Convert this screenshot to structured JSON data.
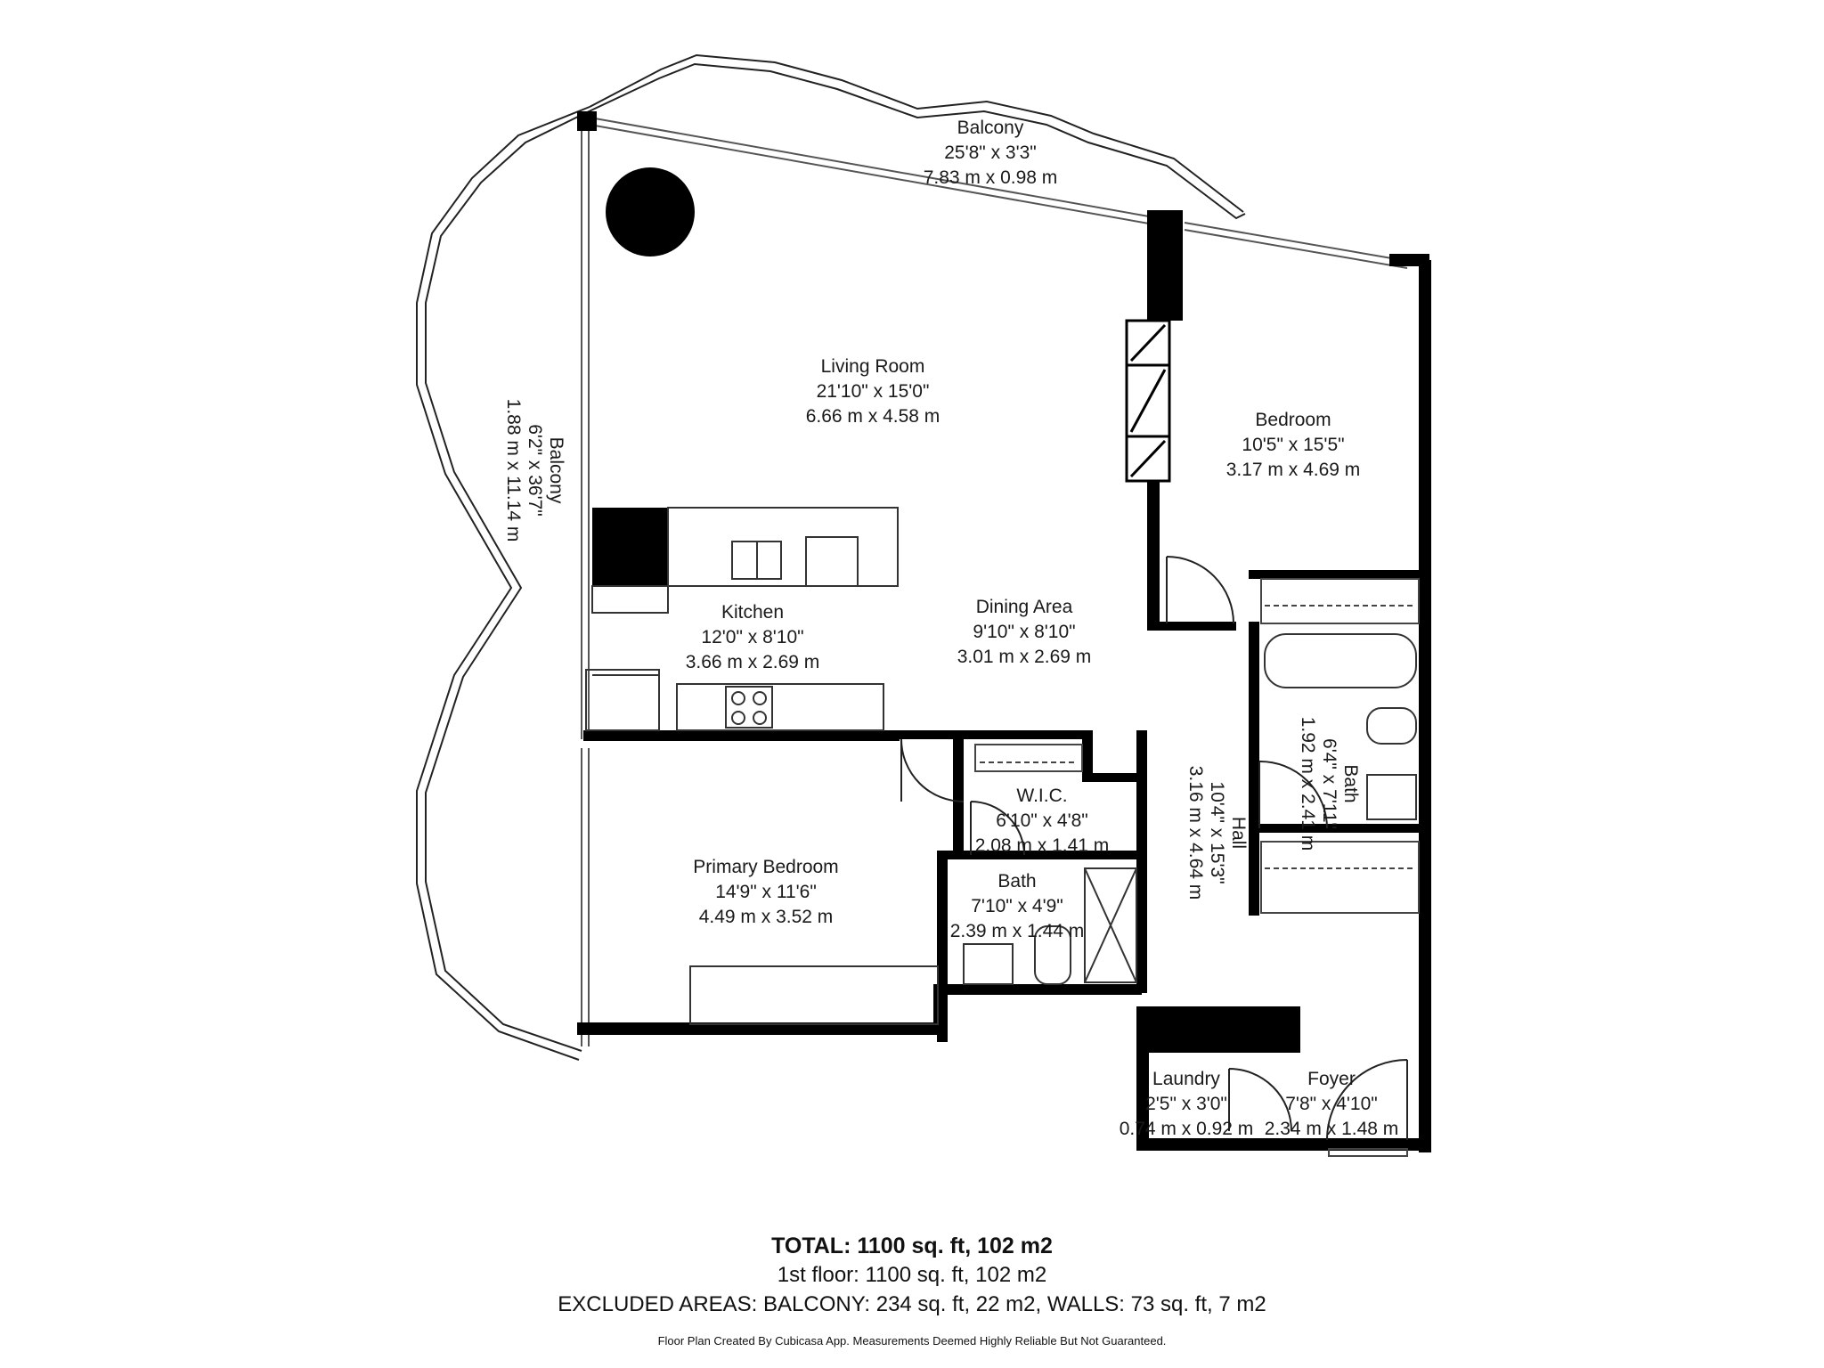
{
  "rooms": {
    "balcony_top": {
      "name": "Balcony",
      "imperial": "25'8\" x 3'3\"",
      "metric": "7.83 m x 0.98 m"
    },
    "balcony_left": {
      "name": "Balcony",
      "imperial": "6'2\" x 36'7\"",
      "metric": "1.88 m x 11.14 m"
    },
    "living_room": {
      "name": "Living Room",
      "imperial": "21'10\" x 15'0\"",
      "metric": "6.66 m x 4.58 m"
    },
    "bedroom": {
      "name": "Bedroom",
      "imperial": "10'5\" x 15'5\"",
      "metric": "3.17 m x 4.69 m"
    },
    "kitchen": {
      "name": "Kitchen",
      "imperial": "12'0\" x 8'10\"",
      "metric": "3.66 m x 2.69 m"
    },
    "dining_area": {
      "name": "Dining Area",
      "imperial": "9'10\" x 8'10\"",
      "metric": "3.01 m x 2.69 m"
    },
    "bath_right": {
      "name": "Bath",
      "imperial": "6'4\" x 7'11\"",
      "metric": "1.92 m x 2.41 m"
    },
    "hall": {
      "name": "Hall",
      "imperial": "10'4\" x 15'3\"",
      "metric": "3.16 m x 4.64 m"
    },
    "wic": {
      "name": "W.I.C.",
      "imperial": "6'10\" x 4'8\"",
      "metric": "2.08 m x 1.41 m"
    },
    "primary_bedroom": {
      "name": "Primary Bedroom",
      "imperial": "14'9\" x 11'6\"",
      "metric": "4.49 m x 3.52 m"
    },
    "bath_left": {
      "name": "Bath",
      "imperial": "7'10\" x 4'9\"",
      "metric": "2.39 m x 1.44 m"
    },
    "laundry": {
      "name": "Laundry",
      "imperial": "2'5\" x 3'0\"",
      "metric": "0.74 m x 0.92 m"
    },
    "foyer": {
      "name": "Foyer",
      "imperial": "7'8\" x 4'10\"",
      "metric": "2.34 m x 1.48 m"
    }
  },
  "summary": {
    "total": "TOTAL: 1100 sq. ft, 102 m2",
    "floor": "1st floor: 1100 sq. ft, 102 m2",
    "excluded": "EXCLUDED AREAS: BALCONY: 234 sq. ft, 22 m2, WALLS: 73 sq. ft, 7 m2",
    "credit": "Floor Plan Created By Cubicasa App. Measurements Deemed Highly Reliable But Not Guaranteed."
  },
  "colors": {
    "wall": "#000000",
    "background": "#ffffff",
    "fixture_stroke": "#333333"
  }
}
